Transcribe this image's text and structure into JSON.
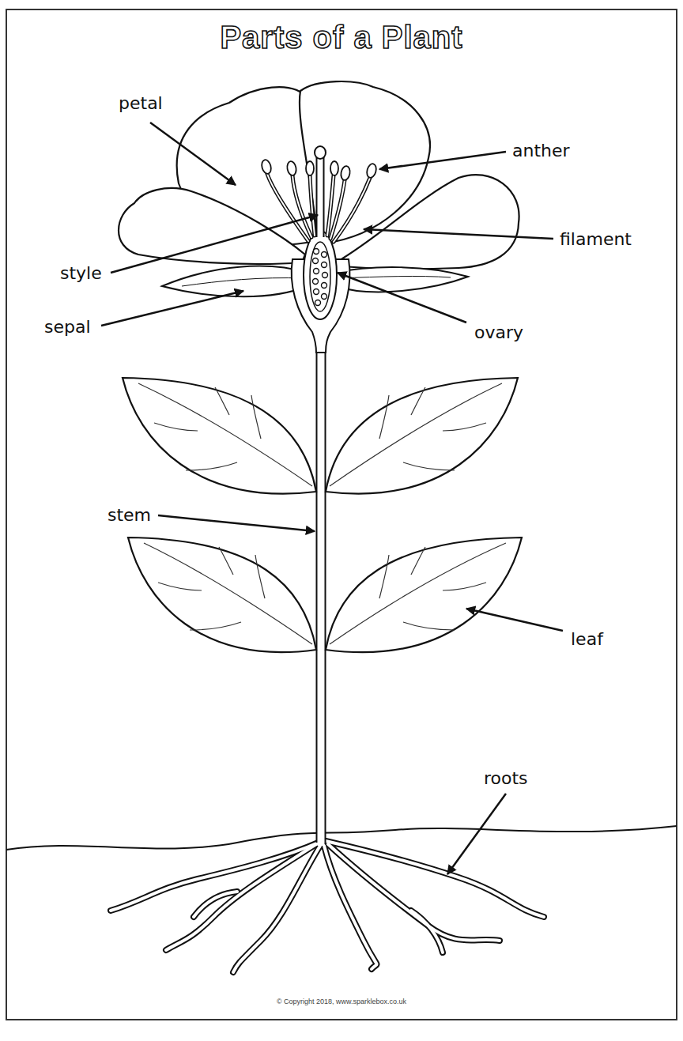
{
  "diagram": {
    "title": "Parts of a Plant",
    "caption": "© Copyright 2018, www.sparklebox.co.uk",
    "labels": [
      "petal",
      "anther",
      "style",
      "filament",
      "sepal",
      "ovary",
      "stem",
      "leaf",
      "roots"
    ]
  }
}
